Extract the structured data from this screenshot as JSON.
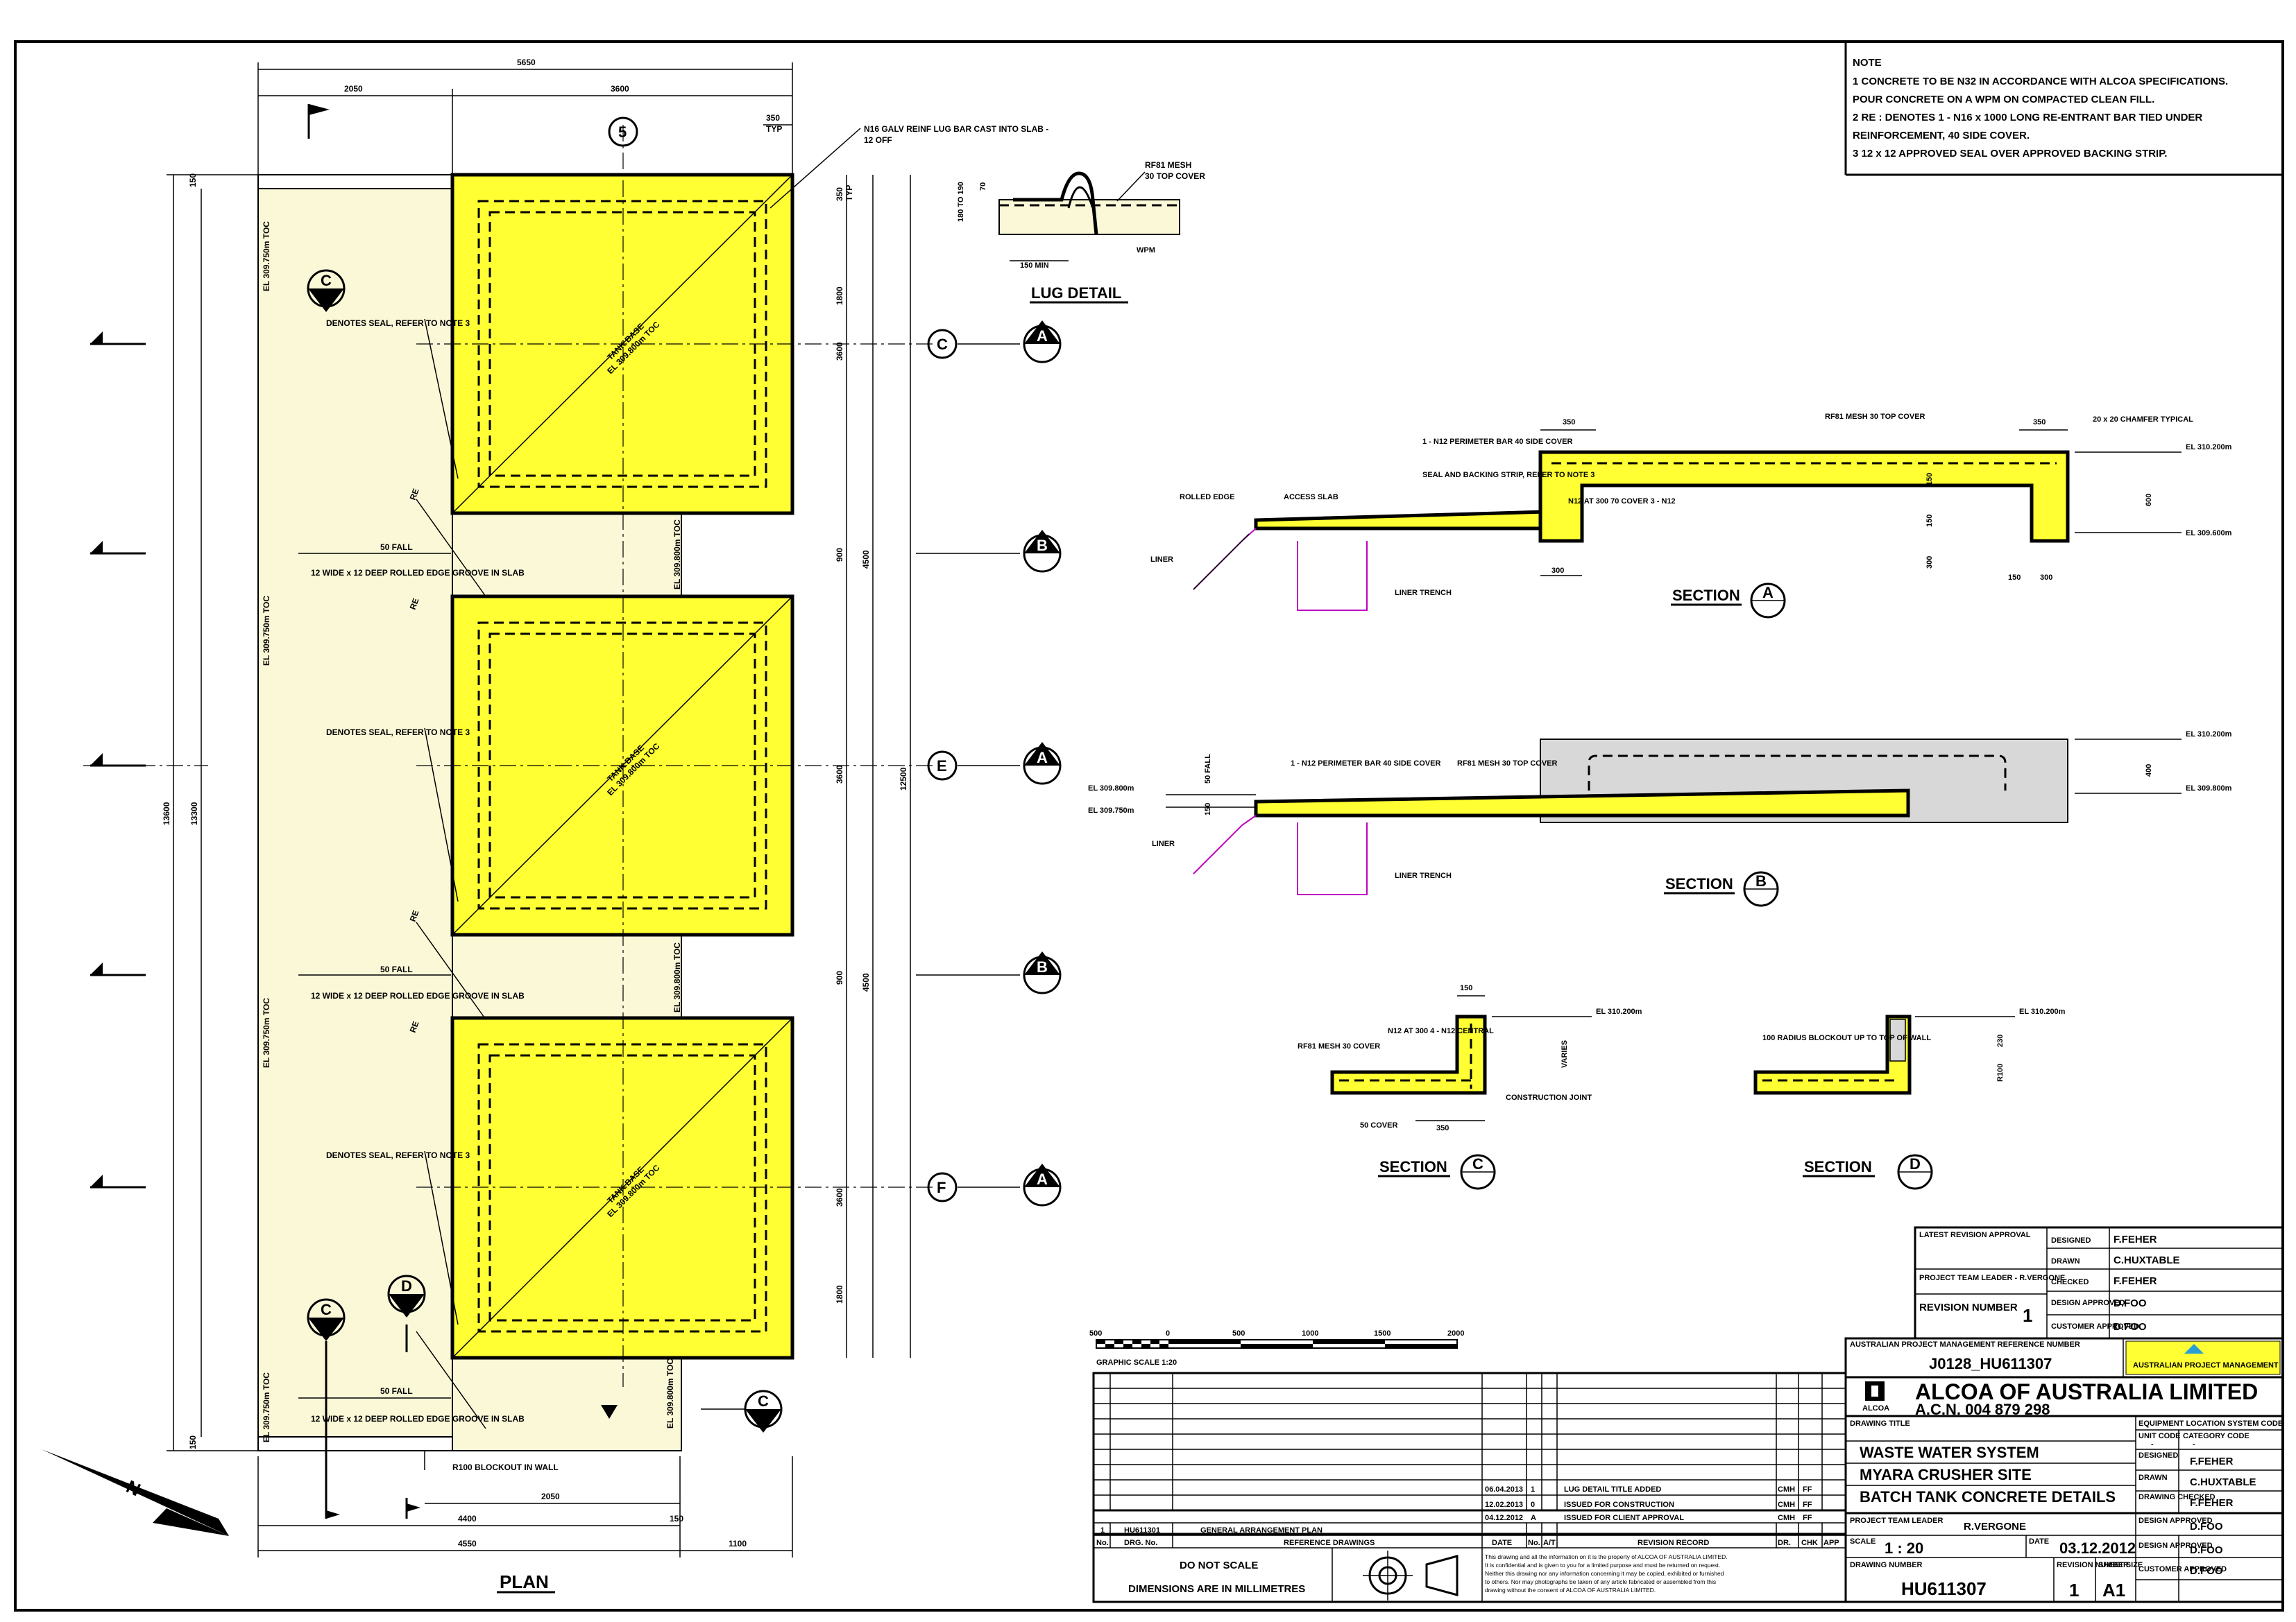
{
  "plan": {
    "title": "PLAN",
    "dims_top": [
      "5650",
      "2050",
      "3600",
      "350",
      "TYP"
    ],
    "dims_bottom": [
      "4400",
      "150",
      "4550",
      "1100",
      "2050"
    ],
    "dims_left": [
      "150",
      "13600",
      "13300",
      "150"
    ],
    "dims_right": [
      "350",
      "TYP",
      "1800",
      "3600",
      "900",
      "4500",
      "3600",
      "12500",
      "900",
      "4500",
      "3600",
      "1800"
    ],
    "grid_5": "5",
    "grid_labels": [
      "C",
      "E",
      "F"
    ],
    "section_markers_right": [
      "A",
      "B",
      "A",
      "B",
      "A"
    ],
    "el_labels": [
      "EL 309.750m TOC",
      "EL 309.750m TOC",
      "EL 309.750m TOC",
      "EL 309.750m TOC",
      "EL 309.800m TOC",
      "EL 309.800m TOC",
      "EL 309.800m TOC"
    ],
    "tank_label": "TANK BASE",
    "tank_el": "EL 309.800m TOC",
    "seal_note": "DENOTES SEAL, REFER TO NOTE 3",
    "fall": "50 FALL",
    "groove_note": "12 WIDE x 12 DEEP ROLLED EDGE GROOVE IN SLAB",
    "re": "RE",
    "blockout_note": "R100 BLOCKOUT IN WALL",
    "lug_callout": "N16 GALV REINF LUG BAR CAST INTO SLAB - 12 OFF",
    "marker_C": "C",
    "marker_D": "D"
  },
  "notes": {
    "heading": "NOTE",
    "lines": [
      "1  CONCRETE TO BE N32 IN ACCORDANCE WITH ALCOA SPECIFICATIONS.",
      "    POUR CONCRETE ON A WPM ON COMPACTED CLEAN FILL.",
      "2  RE : DENOTES 1 - N16 x 1000 LONG RE-ENTRANT BAR TIED UNDER",
      "    REINFORCEMENT, 40 SIDE COVER.",
      "3  12 x 12 APPROVED SEAL OVER APPROVED BACKING STRIP."
    ]
  },
  "lug_detail": {
    "title": "LUG DETAIL",
    "mesh": "RF81 MESH 30 TOP COVER",
    "dims": [
      "70",
      "180 TO 190",
      "150 MIN"
    ],
    "wpm": "WPM"
  },
  "section_a": {
    "title": "SECTION",
    "mark": "A",
    "labels": [
      "ROLLED EDGE",
      "ACCESS SLAB",
      "LINER",
      "LINER TRENCH",
      "1 - N12 PERIMETER BAR 40 SIDE COVER",
      "SEAL AND BACKING STRIP, REFER TO NOTE 3",
      "N12 AT 300 70 COVER 3 - N12",
      "RF81 MESH 30 TOP COVER",
      "20 x 20 CHAMFER TYPICAL",
      "EL 310.200m",
      "EL 309.600m"
    ],
    "dims": [
      "350",
      "350",
      "150",
      "150",
      "600",
      "300",
      "300",
      "150",
      "300"
    ]
  },
  "section_b": {
    "title": "SECTION",
    "mark": "B",
    "labels": [
      "EL 309.800m",
      "EL 309.750m",
      "LINER",
      "LINER TRENCH",
      "1 - N12 PERIMETER BAR 40 SIDE COVER",
      "RF81 MESH 30 TOP COVER",
      "EL 310.200m",
      "EL 309.800m"
    ],
    "dims": [
      "50 FALL",
      "150",
      "400"
    ]
  },
  "section_c": {
    "title": "SECTION",
    "mark": "C",
    "labels": [
      "RF81 MESH 30 COVER",
      "N12 AT 300 4 - N12 CENTRAL",
      "CONSTRUCTION JOINT",
      "50 COVER",
      "EL 310.200m"
    ],
    "dims": [
      "150",
      "VARIES",
      "350"
    ]
  },
  "section_d": {
    "title": "SECTION",
    "mark": "D",
    "labels": [
      "100 RADIUS BLOCKOUT UP TO TOP OF WALL",
      "EL 310.200m"
    ],
    "dims": [
      "230",
      "R100"
    ]
  },
  "graphic_scale": {
    "ticks": [
      "500",
      "0",
      "500",
      "1000",
      "1500",
      "2000"
    ],
    "label": "GRAPHIC SCALE 1:20"
  },
  "revisions": {
    "rows": [
      {
        "date": "06.04.2013",
        "no": "1",
        "desc": "LUG DETAIL TITLE ADDED",
        "dr": "CMH",
        "chk": "FF"
      },
      {
        "date": "12.02.2013",
        "no": "0",
        "desc": "ISSUED FOR CONSTRUCTION",
        "dr": "CMH",
        "chk": "FF"
      },
      {
        "date": "04.12.2012",
        "no": "A",
        "desc": "ISSUED FOR CLIENT APPROVAL",
        "dr": "CMH",
        "chk": "FF"
      }
    ],
    "headers": [
      "DATE",
      "No.",
      "A/T",
      "REVISION RECORD",
      "DR.",
      "CHK",
      "APP"
    ]
  },
  "references": {
    "row": {
      "no": "1",
      "drg": "HU611301",
      "title": "GENERAL ARRANGEMENT PLAN"
    },
    "headers": [
      "No.",
      "DRG. No.",
      "REFERENCE DRAWINGS"
    ]
  },
  "notices": {
    "scale_warning": "DO NOT SCALE",
    "dimensions": "DIMENSIONS ARE IN MILLIMETRES",
    "copyright": [
      "This drawing and all the information on it is the property of ALCOA OF AUSTRALIA LIMITED.",
      "It is confidential and is given to you for a limited purpose and must be returned on request.",
      "Neither this drawing nor any information concerning it may be copied, exhibited or furnished",
      "to others. Nor may photographs be taken of any article fabricated or assembled from this",
      "drawing without the consent of ALCOA OF AUSTRALIA LIMITED."
    ]
  },
  "title_block": {
    "latest_revision_approval": "LATEST REVISION APPROVAL",
    "project_team_leader_label": "PROJECT TEAM LEADER - R.VERGONE",
    "revision_number_label": "REVISION NUMBER",
    "revision_number": "1",
    "designed_label": "DESIGNED",
    "designed": "F.FEHER",
    "drawn_label": "DRAWN",
    "drawn": "C.HUXTABLE",
    "checked_label": "CHECKED",
    "checked": "F.FEHER",
    "design_approved_label": "DESIGN APPROVED",
    "design_approved": "D.FOO",
    "customer_approved_label": "CUSTOMER APPROVED",
    "customer_approved": "D.FOO",
    "apm_ref_label": "AUSTRALIAN PROJECT MANAGEMENT REFERENCE NUMBER",
    "apm_ref": "J0128_HU611307",
    "apm_logo_text": "AUSTRALIAN PROJECT MANAGEMENT",
    "company": "ALCOA OF AUSTRALIA LIMITED",
    "acn": "A.C.N.  004  879  298",
    "logo_text": "ALCOA",
    "drawing_title_label": "DRAWING TITLE",
    "title_lines": [
      "WASTE WATER SYSTEM",
      "MYARA CRUSHER SITE",
      "BATCH TANK CONCRETE DETAILS"
    ],
    "equip_code_label": "EQUIPMENT LOCATION SYSTEM CODE",
    "unit_code_label": "UNIT CODE",
    "category_code_label": "CATEGORY CODE",
    "unit_code": "-",
    "category_code": "-",
    "designed2": "F.FEHER",
    "drawn2": "C.HUXTABLE",
    "drawing_checked_label": "DRAWING CHECKED",
    "drawing_checked": "F.FEHER",
    "ptl_label": "PROJECT TEAM LEADER",
    "ptl": "R.VERGONE",
    "scale_label": "SCALE",
    "scale": "1 : 20",
    "date_label": "DATE",
    "date": "03.12.2012",
    "design_approved2": "D.FOO",
    "drawing_number_label": "DRAWING NUMBER",
    "drawing_number": "HU611307",
    "revision_label": "REVISION NUMBER",
    "revision": "1",
    "sheet_size_label": "SHEET SIZE",
    "sheet_size": "A1",
    "customer_approved2": "D.FOO"
  },
  "north": "N"
}
